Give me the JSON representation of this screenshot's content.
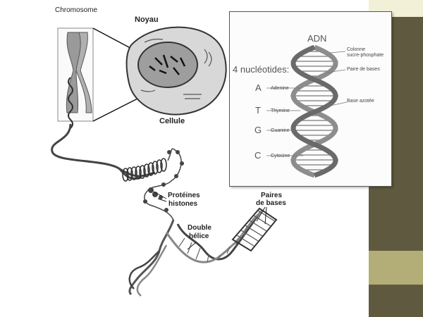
{
  "diagram": {
    "chromosome_label": "Chromosome",
    "nucleus_label": "Noyau",
    "cell_label": "Cellule",
    "histone_label_line1": "Protéines",
    "histone_label_line2": "histones",
    "double_helix_line1": "Double",
    "double_helix_line2": "hélice",
    "base_pairs_line1": "Paires",
    "base_pairs_line2": "de bases"
  },
  "inset": {
    "title": "ADN",
    "subtitle": "4 nucléotides:",
    "right_labels": {
      "backbone_line1": "Colonne",
      "backbone_line2": "sucre-phosphate",
      "base_pair": "Paire de bases",
      "nitrogen_base": "Base azotée"
    },
    "nucleotides": [
      {
        "letter": "A",
        "name": "Adenine"
      },
      {
        "letter": "T",
        "name": "Thymine"
      },
      {
        "letter": "G",
        "name": "Guanine"
      },
      {
        "letter": "C",
        "name": "Cytosine"
      }
    ]
  },
  "colors": {
    "side_top": "#f2f0d6",
    "side_dark": "#5f5a3f",
    "side_mid": "#b3ae78",
    "helix_dark": "#4a4a4a",
    "helix_light": "#9a9a9a"
  }
}
